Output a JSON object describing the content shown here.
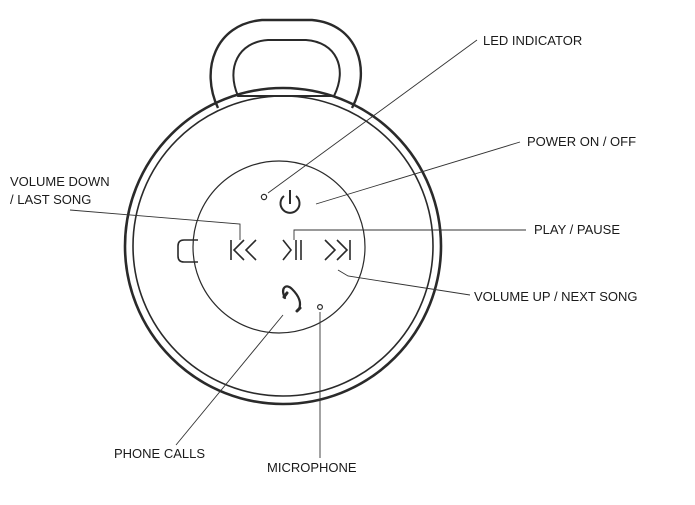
{
  "labels": {
    "led_indicator": "LED INDICATOR",
    "power": "POWER ON / OFF",
    "volume_down_line1": "VOLUME DOWN",
    "volume_down_line2": "/ LAST SONG",
    "play_pause": "PLAY / PAUSE",
    "volume_up": "VOLUME UP / NEXT SONG",
    "phone_calls": "PHONE CALLS",
    "microphone": "MICROPHONE"
  },
  "icons": {
    "power": "power-icon",
    "previous": "previous-track-icon",
    "play_pause": "play-pause-icon",
    "next": "next-track-icon",
    "phone": "phone-handset-icon",
    "led": "led-dot-icon",
    "mic": "microphone-hole-icon",
    "port": "charging-port-icon"
  },
  "colors": {
    "ink": "#2a2a2a",
    "background": "#ffffff"
  }
}
